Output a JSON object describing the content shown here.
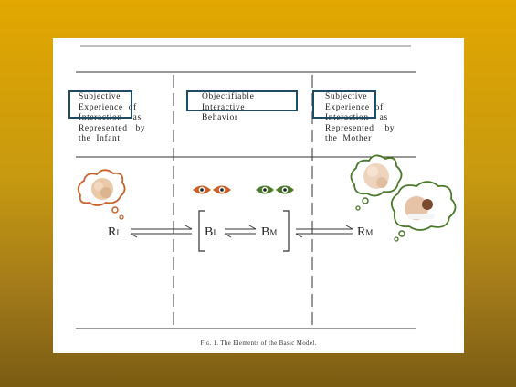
{
  "columns": {
    "infant": "Subjective\nExperience  of\nInteraction    as\nRepresented   by\nthe  Infant",
    "behavior": "Objectifiable\nInteractive\nBehavior",
    "mother": "Subjective\nExperience  of\nInteraction    as\nRepresented    by\nthe  Mother"
  },
  "labels": {
    "r_infant_base": "R",
    "r_infant_sub": "I",
    "b_infant_base": "B",
    "b_infant_sub": "I",
    "b_mother_base": "B",
    "b_mother_sub": "M",
    "r_mother_base": "R",
    "r_mother_sub": "M"
  },
  "caption": "Fɪɢ. 1.   The Elements of the Basic Model.",
  "colors": {
    "infant_accent": "#c8622a",
    "mother_accent": "#4a7a2a",
    "highlight_box": "#1e4b63"
  },
  "icons": {
    "infant_eyes": "eyes-icon",
    "mother_eyes": "eyes-icon",
    "infant_cloud": "thought-cloud-icon",
    "mother_cloud": "thought-cloud-icon"
  }
}
